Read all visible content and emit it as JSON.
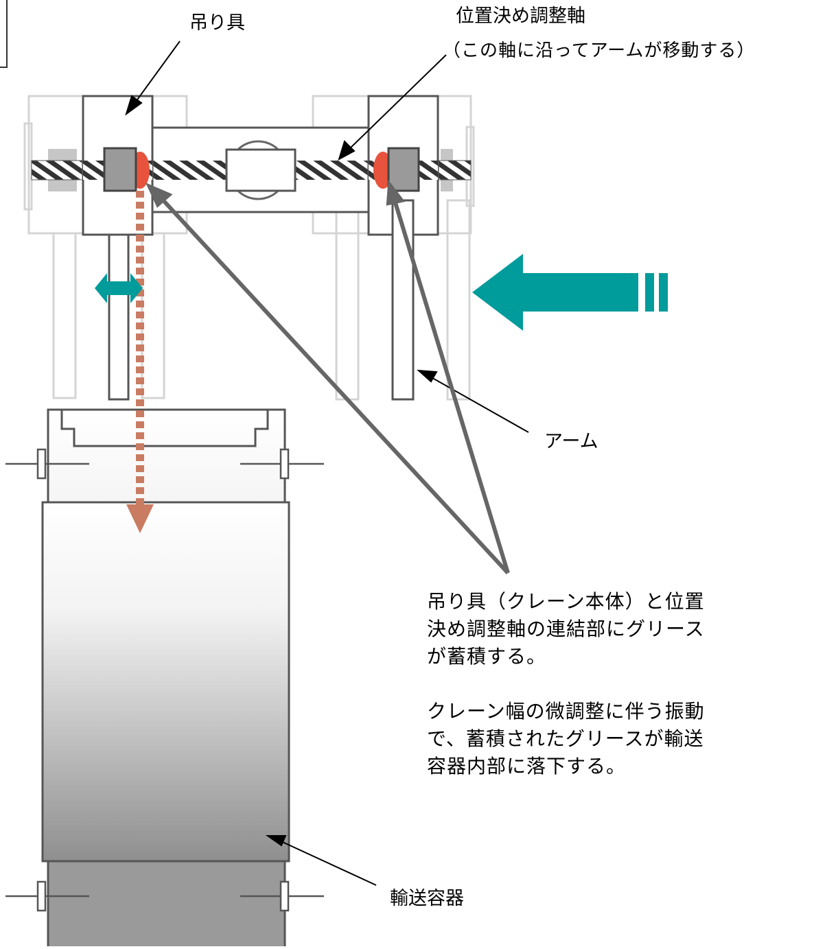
{
  "labels": {
    "hoist": "吊り具",
    "shaft_title": "位置決め調整軸",
    "shaft_note": "（この軸に沿ってアームが移動する）",
    "arm": "アーム",
    "container": "輸送容器"
  },
  "explanation": {
    "lines_a": [
      "吊り具（クレーン本体）と位置",
      "決め調整軸の連結部にグリース",
      "が蓄積する。"
    ],
    "lines_b": [
      "クレーン幅の微調整に伴う振動",
      "で、蓄積されたグリースが輸送",
      "容器内部に落下する。"
    ]
  },
  "colors": {
    "grease": "#e8533d",
    "drip": "#c97c62",
    "motion_arrow": "#009b9b",
    "outline": "#555555",
    "ghost": "#d4d4d4",
    "block": "#9a9a9a"
  },
  "icons": {
    "movement": "left-arrow-icon",
    "adjust": "double-arrow-icon",
    "drip": "down-arrow-icon"
  }
}
